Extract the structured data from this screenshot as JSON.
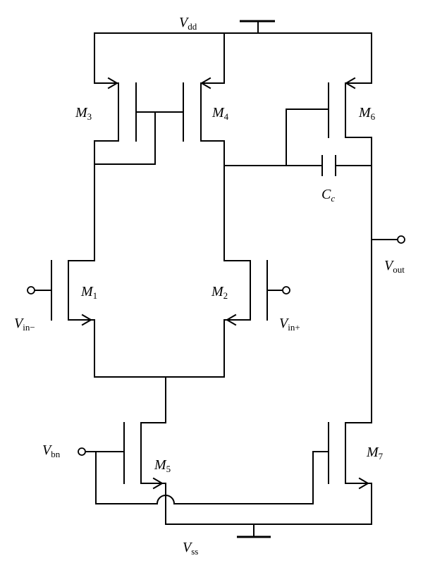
{
  "supplies": {
    "vdd": {
      "main": "V",
      "sub": "dd"
    },
    "vss": {
      "main": "V",
      "sub": "ss"
    }
  },
  "transistors": [
    {
      "main": "M",
      "sub": "3"
    },
    {
      "main": "M",
      "sub": "4"
    },
    {
      "main": "M",
      "sub": "6"
    },
    {
      "main": "M",
      "sub": "1"
    },
    {
      "main": "M",
      "sub": "2"
    },
    {
      "main": "M",
      "sub": "5"
    },
    {
      "main": "M",
      "sub": "7"
    }
  ],
  "capacitor": {
    "main": "C",
    "sub": "c"
  },
  "ports": {
    "vin_minus": {
      "main": "V",
      "sub": "in−"
    },
    "vin_plus": {
      "main": "V",
      "sub": "in+"
    },
    "vout": {
      "main": "V",
      "sub": "out"
    },
    "vbn": {
      "main": "V",
      "sub": "bn"
    }
  }
}
